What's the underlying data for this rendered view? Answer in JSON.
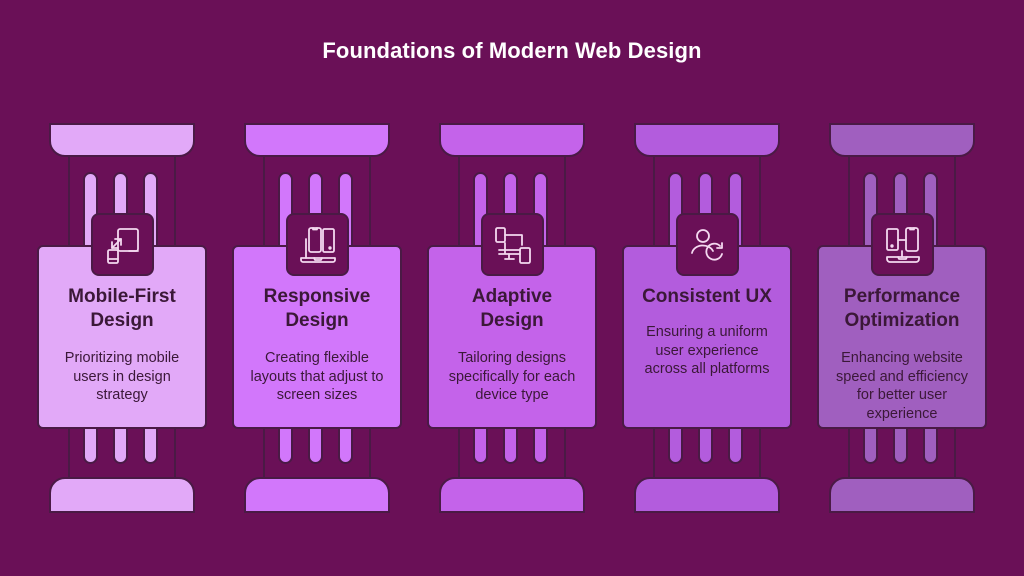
{
  "title": "Foundations of Modern Web Design",
  "colors": {
    "background": "#6a1057",
    "outline": "#4a1a45",
    "text_dark": "#3b1838",
    "icon_stroke": "#f4d8f0"
  },
  "pillars": [
    {
      "title_line1": "Mobile-First",
      "title_line2": "Design",
      "desc_lines": [
        "Prioritizing mobile",
        "users in design",
        "strategy"
      ],
      "icon": "mobile-resize-icon",
      "color": "#e2a9f8"
    },
    {
      "title_line1": "Responsive",
      "title_line2": "Design",
      "desc_lines": [
        "Creating flexible",
        "layouts that adjust to",
        "screen sizes"
      ],
      "icon": "multi-device-icon",
      "color": "#d277fb"
    },
    {
      "title_line1": "Adaptive",
      "title_line2": "Design",
      "desc_lines": [
        "Tailoring designs",
        "specifically for each",
        "device type"
      ],
      "icon": "connected-devices-icon",
      "color": "#c463ea"
    },
    {
      "title_line1": "Consistent UX",
      "title_line2": "",
      "desc_lines": [
        "Ensuring a uniform",
        "user experience",
        "across all platforms"
      ],
      "icon": "user-sync-icon",
      "color": "#b35cdd"
    },
    {
      "title_line1": "Performance",
      "title_line2": "Optimization",
      "desc_lines": [
        "Enhancing website",
        "speed and efficiency",
        "for better user",
        "experience"
      ],
      "icon": "device-sync-icon",
      "color": "#a05fbf"
    }
  ]
}
